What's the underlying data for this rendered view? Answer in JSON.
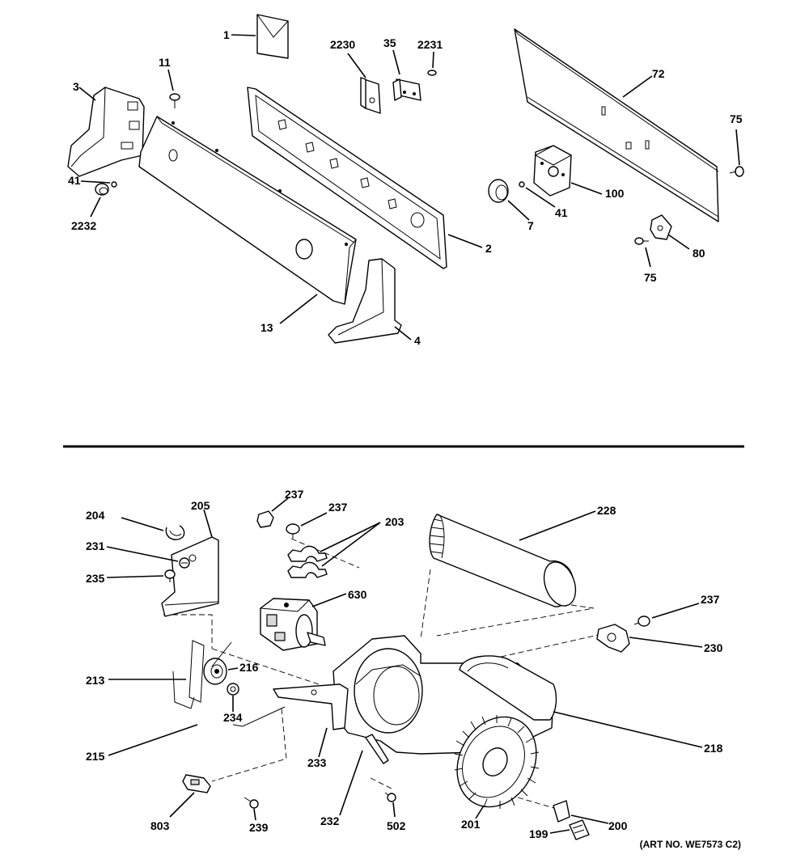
{
  "callouts": [
    {
      "id": "c1",
      "text": "1"
    },
    {
      "id": "c2230",
      "text": "2230"
    },
    {
      "id": "c35",
      "text": "35"
    },
    {
      "id": "c2231",
      "text": "2231"
    },
    {
      "id": "c72",
      "text": "72"
    },
    {
      "id": "c11",
      "text": "11"
    },
    {
      "id": "c3",
      "text": "3"
    },
    {
      "id": "c75a",
      "text": "75"
    },
    {
      "id": "c41a",
      "text": "41"
    },
    {
      "id": "c2232",
      "text": "2232"
    },
    {
      "id": "c100",
      "text": "100"
    },
    {
      "id": "c41b",
      "text": "41"
    },
    {
      "id": "c7",
      "text": "7"
    },
    {
      "id": "c2",
      "text": "2"
    },
    {
      "id": "c80",
      "text": "80"
    },
    {
      "id": "c75b",
      "text": "75"
    },
    {
      "id": "c13",
      "text": "13"
    },
    {
      "id": "c4",
      "text": "4"
    },
    {
      "id": "c237a",
      "text": "237"
    },
    {
      "id": "c228",
      "text": "228"
    },
    {
      "id": "c204",
      "text": "204"
    },
    {
      "id": "c205",
      "text": "205"
    },
    {
      "id": "c237b",
      "text": "237"
    },
    {
      "id": "c203",
      "text": "203"
    },
    {
      "id": "c231",
      "text": "231"
    },
    {
      "id": "c235",
      "text": "235"
    },
    {
      "id": "c630",
      "text": "630"
    },
    {
      "id": "c237c",
      "text": "237"
    },
    {
      "id": "c230",
      "text": "230"
    },
    {
      "id": "c216",
      "text": "216"
    },
    {
      "id": "c213",
      "text": "213"
    },
    {
      "id": "c234",
      "text": "234"
    },
    {
      "id": "c218",
      "text": "218"
    },
    {
      "id": "c215",
      "text": "215"
    },
    {
      "id": "c233",
      "text": "233"
    },
    {
      "id": "c803",
      "text": "803"
    },
    {
      "id": "c239",
      "text": "239"
    },
    {
      "id": "c232",
      "text": "232"
    },
    {
      "id": "c502",
      "text": "502"
    },
    {
      "id": "c201",
      "text": "201"
    },
    {
      "id": "c200",
      "text": "200"
    },
    {
      "id": "c199",
      "text": "199"
    }
  ],
  "art_number": "(ART NO. WE7573 C2)"
}
